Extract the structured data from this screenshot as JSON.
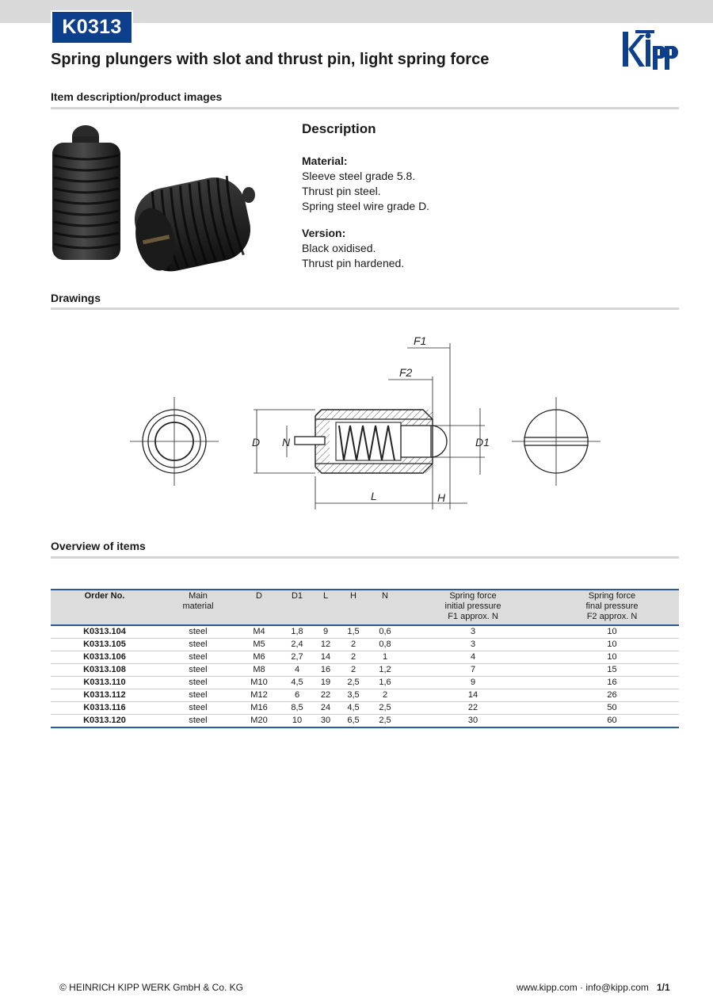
{
  "header": {
    "code": "K0313",
    "title": "Spring plungers with slot and thrust pin, light spring force",
    "logo_text": "Kipp",
    "brand_color": "#0d3f8c"
  },
  "sections": {
    "item_description": "Item description/product images",
    "drawings": "Drawings",
    "overview": "Overview of items"
  },
  "description": {
    "heading": "Description",
    "material_label": "Material:",
    "material_lines": [
      "Sleeve steel grade 5.8.",
      "Thrust pin steel.",
      "Spring steel wire grade D."
    ],
    "version_label": "Version:",
    "version_lines": [
      "Black oxidised.",
      "Thrust pin hardened."
    ]
  },
  "drawing_labels": {
    "f1": "F1",
    "f2": "F2",
    "d": "D",
    "n": "N",
    "d1": "D1",
    "l": "L",
    "h": "H"
  },
  "table": {
    "headers": [
      [
        "Order No."
      ],
      [
        "Main",
        "material"
      ],
      [
        "D"
      ],
      [
        "D1"
      ],
      [
        "L"
      ],
      [
        "H"
      ],
      [
        "N"
      ],
      [
        "Spring force",
        "initial pressure",
        "F1 approx. N"
      ],
      [
        "Spring force",
        "final pressure",
        "F2 approx. N"
      ]
    ],
    "rows": [
      [
        "K0313.104",
        "steel",
        "M4",
        "1,8",
        "9",
        "1,5",
        "0,6",
        "3",
        "10"
      ],
      [
        "K0313.105",
        "steel",
        "M5",
        "2,4",
        "12",
        "2",
        "0,8",
        "3",
        "10"
      ],
      [
        "K0313.106",
        "steel",
        "M6",
        "2,7",
        "14",
        "2",
        "1",
        "4",
        "10"
      ],
      [
        "K0313.108",
        "steel",
        "M8",
        "4",
        "16",
        "2",
        "1,2",
        "7",
        "15"
      ],
      [
        "K0313.110",
        "steel",
        "M10",
        "4,5",
        "19",
        "2,5",
        "1,6",
        "9",
        "16"
      ],
      [
        "K0313.112",
        "steel",
        "M12",
        "6",
        "22",
        "3,5",
        "2",
        "14",
        "26"
      ],
      [
        "K0313.116",
        "steel",
        "M16",
        "8,5",
        "24",
        "4,5",
        "2,5",
        "22",
        "50"
      ],
      [
        "K0313.120",
        "steel",
        "M20",
        "10",
        "30",
        "6,5",
        "2,5",
        "30",
        "60"
      ]
    ]
  },
  "footer": {
    "copyright": "© HEINRICH KIPP WERK GmbH & Co. KG",
    "contact": "www.kipp.com · info@kipp.com",
    "page": "1/1"
  }
}
